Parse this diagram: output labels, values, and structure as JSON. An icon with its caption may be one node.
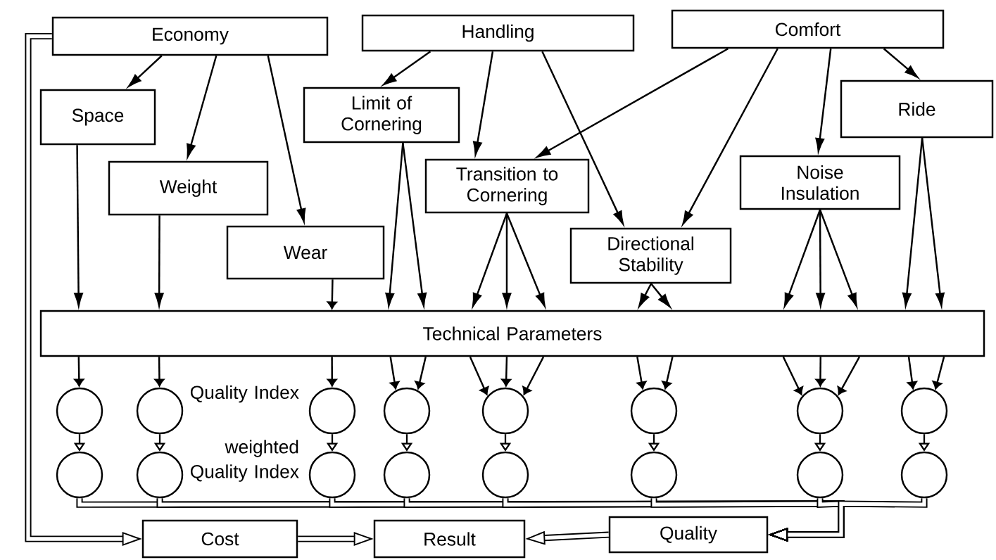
{
  "diagram": {
    "nodes": [
      {
        "text": [
          "Economy"
        ]
      },
      {
        "text": [
          "Handling"
        ]
      },
      {
        "text": [
          "Comfort"
        ]
      },
      {
        "text": [
          "Space"
        ]
      },
      {
        "text": [
          "Limit of Cornering"
        ]
      },
      {
        "text": [
          "Ride"
        ]
      },
      {
        "text": [
          "Weight"
        ]
      },
      {
        "text": [
          "Transition to Cornering"
        ]
      },
      {
        "text": [
          "Noise Insulation"
        ]
      },
      {
        "text": [
          "Wear"
        ]
      },
      {
        "text": [
          "Directional Stability"
        ]
      },
      {
        "text": [
          "Technical Parameters"
        ]
      },
      {
        "text": [],
        "shape": "circle"
      },
      {
        "text": [],
        "shape": "circle"
      },
      {
        "text": [],
        "shape": "circle"
      },
      {
        "text": [],
        "shape": "circle"
      },
      {
        "text": [],
        "shape": "circle"
      },
      {
        "text": [],
        "shape": "circle"
      },
      {
        "text": [],
        "shape": "circle"
      },
      {
        "text": [],
        "shape": "circle"
      },
      {
        "text": [],
        "shape": "circle"
      },
      {
        "text": [],
        "shape": "circle"
      },
      {
        "text": [],
        "shape": "circle"
      },
      {
        "text": [],
        "shape": "circle"
      },
      {
        "text": [],
        "shape": "circle"
      },
      {
        "text": [],
        "shape": "circle"
      },
      {
        "text": [],
        "shape": "circle"
      },
      {
        "text": [],
        "shape": "circle"
      },
      {
        "text": [
          "Cost"
        ]
      },
      {
        "text": [
          "Result"
        ]
      },
      {
        "text": [
          "Quality"
        ]
      }
    ],
    "edges": [
      {
        "from": 0,
        "to": 3,
        "arrow": "to"
      },
      {
        "from": 0,
        "to": 6,
        "arrow": "to"
      },
      {
        "from": 0,
        "to": 9,
        "arrow": "to"
      },
      {
        "from": 1,
        "to": 4,
        "arrow": "to"
      },
      {
        "from": 1,
        "to": 7,
        "arrow": "to"
      },
      {
        "from": 1,
        "to": 10,
        "arrow": "to"
      },
      {
        "from": 2,
        "to": 7,
        "arrow": "to"
      },
      {
        "from": 2,
        "to": 10,
        "arrow": "to"
      },
      {
        "from": 2,
        "to": 8,
        "arrow": "to"
      },
      {
        "from": 2,
        "to": 5,
        "arrow": "to"
      },
      {
        "from": 3,
        "to": 11,
        "arrow": "to"
      },
      {
        "from": 6,
        "to": 11,
        "arrow": "to"
      },
      {
        "from": 9,
        "to": 11,
        "arrow": "to"
      },
      {
        "from": 4,
        "to": 11,
        "arrow": "to"
      },
      {
        "from": 4,
        "to": 11,
        "arrow": "to"
      },
      {
        "from": 7,
        "to": 11,
        "arrow": "to"
      },
      {
        "from": 7,
        "to": 11,
        "arrow": "to"
      },
      {
        "from": 7,
        "to": 11,
        "arrow": "to"
      },
      {
        "from": 10,
        "to": 11,
        "arrow": "to"
      },
      {
        "from": 10,
        "to": 11,
        "arrow": "to"
      },
      {
        "from": 8,
        "to": 11,
        "arrow": "to"
      },
      {
        "from": 8,
        "to": 11,
        "arrow": "to"
      },
      {
        "from": 8,
        "to": 11,
        "arrow": "to"
      },
      {
        "from": 5,
        "to": 11,
        "arrow": "to"
      },
      {
        "from": 5,
        "to": 11,
        "arrow": "to"
      },
      {
        "from": 11,
        "to": 12,
        "arrow": "to"
      },
      {
        "from": 11,
        "to": 13,
        "arrow": "to"
      },
      {
        "from": 11,
        "to": 14,
        "arrow": "to"
      },
      {
        "from": 11,
        "to": 15,
        "arrow": "to"
      },
      {
        "from": 11,
        "to": 15,
        "arrow": "to"
      },
      {
        "from": 11,
        "to": 16,
        "arrow": "to"
      },
      {
        "from": 11,
        "to": 16,
        "arrow": "to"
      },
      {
        "from": 11,
        "to": 16,
        "arrow": "to"
      },
      {
        "from": 11,
        "to": 17,
        "arrow": "to"
      },
      {
        "from": 11,
        "to": 17,
        "arrow": "to"
      },
      {
        "from": 11,
        "to": 18,
        "arrow": "to"
      },
      {
        "from": 11,
        "to": 18,
        "arrow": "to"
      },
      {
        "from": 11,
        "to": 18,
        "arrow": "to"
      },
      {
        "from": 11,
        "to": 19,
        "arrow": "to"
      },
      {
        "from": 11,
        "to": 19,
        "arrow": "to"
      },
      {
        "from": 12,
        "to": 20,
        "arrow": "to"
      },
      {
        "from": 13,
        "to": 21,
        "arrow": "to"
      },
      {
        "from": 14,
        "to": 22,
        "arrow": "to"
      },
      {
        "from": 15,
        "to": 23,
        "arrow": "to"
      },
      {
        "from": 16,
        "to": 24,
        "arrow": "to"
      },
      {
        "from": 17,
        "to": 25,
        "arrow": "to"
      },
      {
        "from": 18,
        "to": 26,
        "arrow": "to"
      },
      {
        "from": 19,
        "to": 27,
        "arrow": "to"
      },
      {
        "from": 20,
        "to": 30,
        "arrow": "to",
        "style": "thick"
      },
      {
        "from": 21,
        "to": 30,
        "arrow": "to",
        "style": "thick"
      },
      {
        "from": 22,
        "to": 30,
        "arrow": "to",
        "style": "thick"
      },
      {
        "from": 23,
        "to": 30,
        "arrow": "to",
        "style": "thick"
      },
      {
        "from": 24,
        "to": 30,
        "arrow": "to",
        "style": "thick"
      },
      {
        "from": 25,
        "to": 30,
        "arrow": "to",
        "style": "thick"
      },
      {
        "from": 26,
        "to": 30,
        "arrow": "to",
        "style": "thick"
      },
      {
        "from": 27,
        "to": 30,
        "arrow": "to",
        "style": "thick"
      },
      {
        "from": 0,
        "to": 28,
        "arrow": "to",
        "style": "thick"
      },
      {
        "from": 28,
        "to": 29,
        "arrow": "to",
        "style": "thick"
      },
      {
        "from": 30,
        "to": 29,
        "arrow": "to",
        "style": "thick"
      }
    ],
    "labels": [
      "Quality Index",
      "weighted Quality Index"
    ]
  }
}
